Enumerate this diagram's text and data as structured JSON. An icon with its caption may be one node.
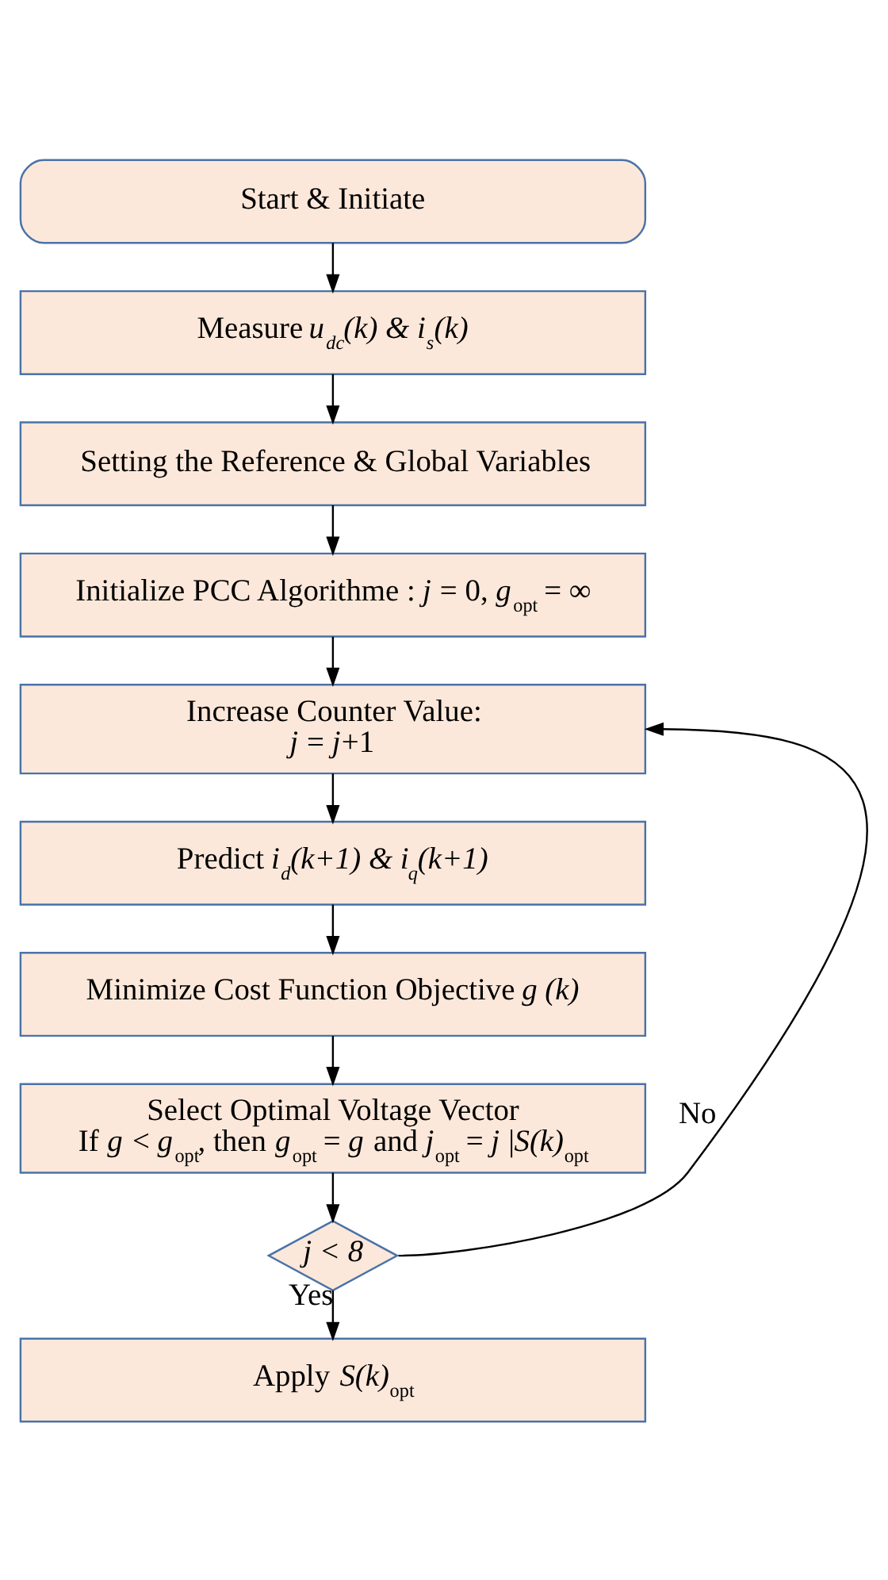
{
  "diagram": {
    "nodes": [
      {
        "text": [
          "Start & Initiate"
        ]
      },
      {
        "text": [
          "Measure *u$_{dc}$(k) & i$_{s}$(k)*"
        ]
      },
      {
        "text": [
          "Setting the Reference & Global Variables"
        ]
      },
      {
        "text": [
          "Initialize PCC Algorithme : *j* = 0, *g*$_{opt}$ = ∞"
        ]
      },
      {
        "text": [
          "Increase Counter Value:",
          "*j* = *j*+1"
        ]
      },
      {
        "text": [
          "Predict *i$_{d}$(k+1) & i$_{q}$(k+1)*"
        ]
      },
      {
        "text": [
          "Minimize Cost Function Objective *g (k)*"
        ]
      },
      {
        "text": [
          "Select Optimal Voltage Vector",
          "If *g* < *g*$_{opt}$, then *g*$_{opt}$ = *g* and *j*$_{opt}$ = *j* |*S(k)*$_{opt}$"
        ]
      },
      {
        "text": [
          "*j < 8*"
        ]
      },
      {
        "text": [
          "Apply *S(k)*$_{opt}$"
        ]
      }
    ],
    "edges": [
      {
        "from": 0,
        "to": 1,
        "arrow": "to"
      },
      {
        "from": 1,
        "to": 2,
        "arrow": "to"
      },
      {
        "from": 2,
        "to": 3,
        "arrow": "to"
      },
      {
        "from": 3,
        "to": 4,
        "arrow": "to"
      },
      {
        "from": 4,
        "to": 5,
        "arrow": "to"
      },
      {
        "from": 5,
        "to": 6,
        "arrow": "to"
      },
      {
        "from": 6,
        "to": 7,
        "arrow": "to"
      },
      {
        "from": 7,
        "to": 8,
        "arrow": "to"
      },
      {
        "from": 8,
        "to": 4,
        "arrow": "to",
        "label": "No"
      },
      {
        "from": 8,
        "to": 9,
        "arrow": "to",
        "label": "Yes"
      }
    ]
  }
}
